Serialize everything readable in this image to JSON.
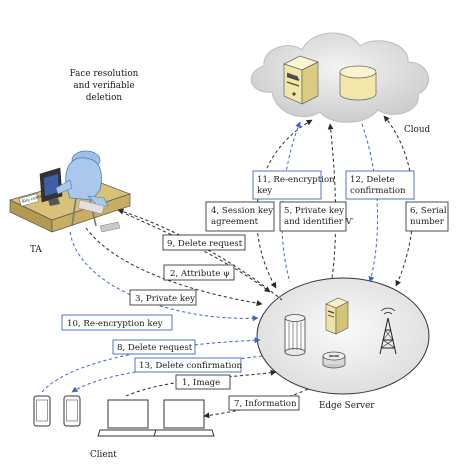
{
  "captions": {
    "face_title": "Face resolution\nand verifiable\ndeletion",
    "cloud": "Cloud",
    "ta": "TA",
    "edge_server": "Edge Server",
    "client": "Client",
    "key_center": "Key center"
  },
  "steps": {
    "s1": "1, Image",
    "s2": "2, Attribute ψ",
    "s3": "3, Private key",
    "s4": "4, Session key\nagreement",
    "s5": "5, Private key\nand identifier V′",
    "s6": "6, Serial\nnumber",
    "s7": "7, Information",
    "s8": "8, Delete request",
    "s9": "9, Delete request",
    "s10": "10, Re-encryption key",
    "s11": "11, Re-encryption\nkey",
    "s12": "12, Delete\nconfirmation",
    "s13": "13, Delete confirmation"
  },
  "colors": {
    "blue_arrow": "#3a66c4",
    "black_arrow": "#2a2a2a",
    "cloud_gray": "#d9d9d9",
    "edge_ellipse": "#ececec"
  },
  "icons": [
    "cloud-icon",
    "server-icon",
    "database-icon",
    "ta-operator-icon",
    "edge-ellipse-icon",
    "cylinder-server-icon",
    "tower-server-icon",
    "router-icon",
    "antenna-icon",
    "phone-icon",
    "laptop-icon"
  ]
}
